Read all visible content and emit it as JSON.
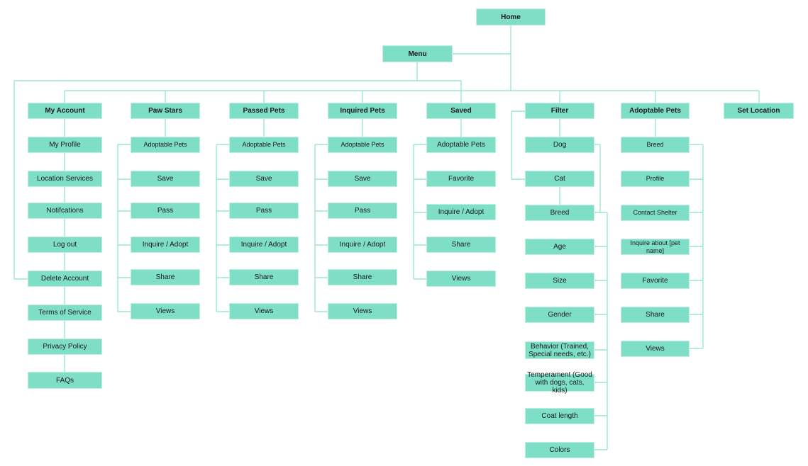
{
  "colors": {
    "node_fill": "#7fdec6",
    "line": "#9be6d3"
  },
  "home": "Home",
  "menu": "Menu",
  "my_account": {
    "title": "My Account",
    "items": [
      "My Profile",
      "Location Services",
      "Notifcations",
      "Log out",
      "Delete Account",
      "Terms of Service",
      "Privacy Policy",
      "FAQs"
    ]
  },
  "paw_stars": {
    "title": "Paw Stars",
    "items": [
      "Adoptable Pets",
      "Save",
      "Pass",
      "Inquire / Adopt",
      "Share",
      "Views"
    ]
  },
  "passed_pets": {
    "title": "Passed Pets",
    "items": [
      "Adoptable Pets",
      "Save",
      "Pass",
      "Inquire / Adopt",
      "Share",
      "Views"
    ]
  },
  "inquired_pets": {
    "title": "Inquired Pets",
    "items": [
      "Adoptable Pets",
      "Save",
      "Pass",
      "Inquire / Adopt",
      "Share",
      "Views"
    ]
  },
  "saved": {
    "title": "Saved",
    "items": [
      "Adoptable Pets",
      "Favorite",
      "Inquire / Adopt",
      "Share",
      "Views"
    ]
  },
  "filter": {
    "title": "Filter",
    "items": [
      "Dog",
      "Cat",
      "Breed",
      "Age",
      "Size",
      "Gender",
      "Behavior (Trained,\nSpecial needs, etc.)",
      "Temperament (Good\nwith dogs, cats, kids)",
      "Coat length",
      "Colors"
    ]
  },
  "adoptable_pets": {
    "title": "Adoptable Pets",
    "items": [
      "Breed",
      "Profile",
      "Contact Shelter",
      "Inquire about [pet name]",
      "Favorite",
      "Share",
      "Views"
    ]
  },
  "set_location": "Set Location"
}
